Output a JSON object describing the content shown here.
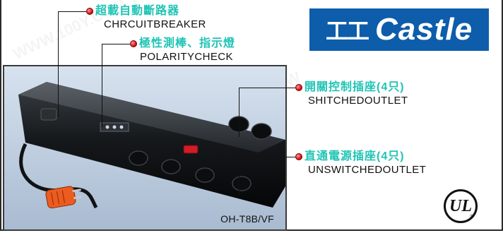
{
  "callouts": {
    "breaker": {
      "zh": "超載自動斷路器",
      "en": "CHRCUITBREAKER"
    },
    "polarity": {
      "zh": "極性測棒、指示燈",
      "en": "POLARITYCHECK"
    },
    "switched": {
      "zh": "開關控制插座",
      "count": "(4只)",
      "en": "SHITCHEDOUTLET"
    },
    "unswitched": {
      "zh": "直通電源插座",
      "count": "(4只)",
      "en": "UNSWITCHEDOUTLET"
    }
  },
  "logo": {
    "mark": "工工",
    "name": "Castle"
  },
  "model": "OH-T8B/VF",
  "certification": {
    "mark": "UL",
    "registered": "®"
  },
  "watermark": "WWW.100Y.COM.TW",
  "colors": {
    "callout_zh": "#1fc4b5",
    "bullet": "#d8141c",
    "logo_bg": "#0d5dab",
    "photo_bg": "#c9d6e6"
  },
  "icons": [
    "red-bullet-icon",
    "ul-certification-icon",
    "castle-logo-icon"
  ]
}
